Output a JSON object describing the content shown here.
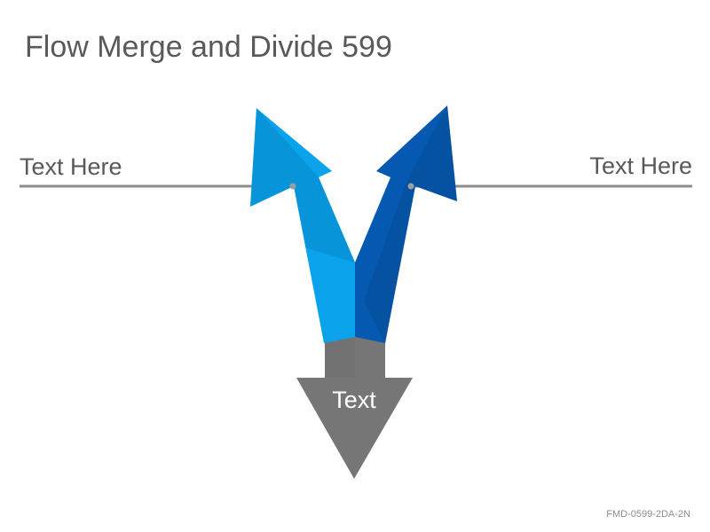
{
  "slide": {
    "title": "Flow Merge and Divide 599",
    "left_label": "Text Here",
    "right_label": "Text Here",
    "center_label": "Text",
    "footer_code": "FMD-0599-2DA-2N"
  },
  "colors": {
    "left_arrow": "#0AA3EB",
    "left_arrow_dark": "#0889C9",
    "right_arrow": "#0559B0",
    "right_arrow_dark": "#054A97",
    "down_arrow": "#767676",
    "connector_line": "#8C8C8C",
    "text": "#595959"
  },
  "icons": {
    "left_arrow": "arrow-up-left-icon",
    "right_arrow": "arrow-up-right-icon",
    "down_arrow": "arrow-down-icon"
  }
}
